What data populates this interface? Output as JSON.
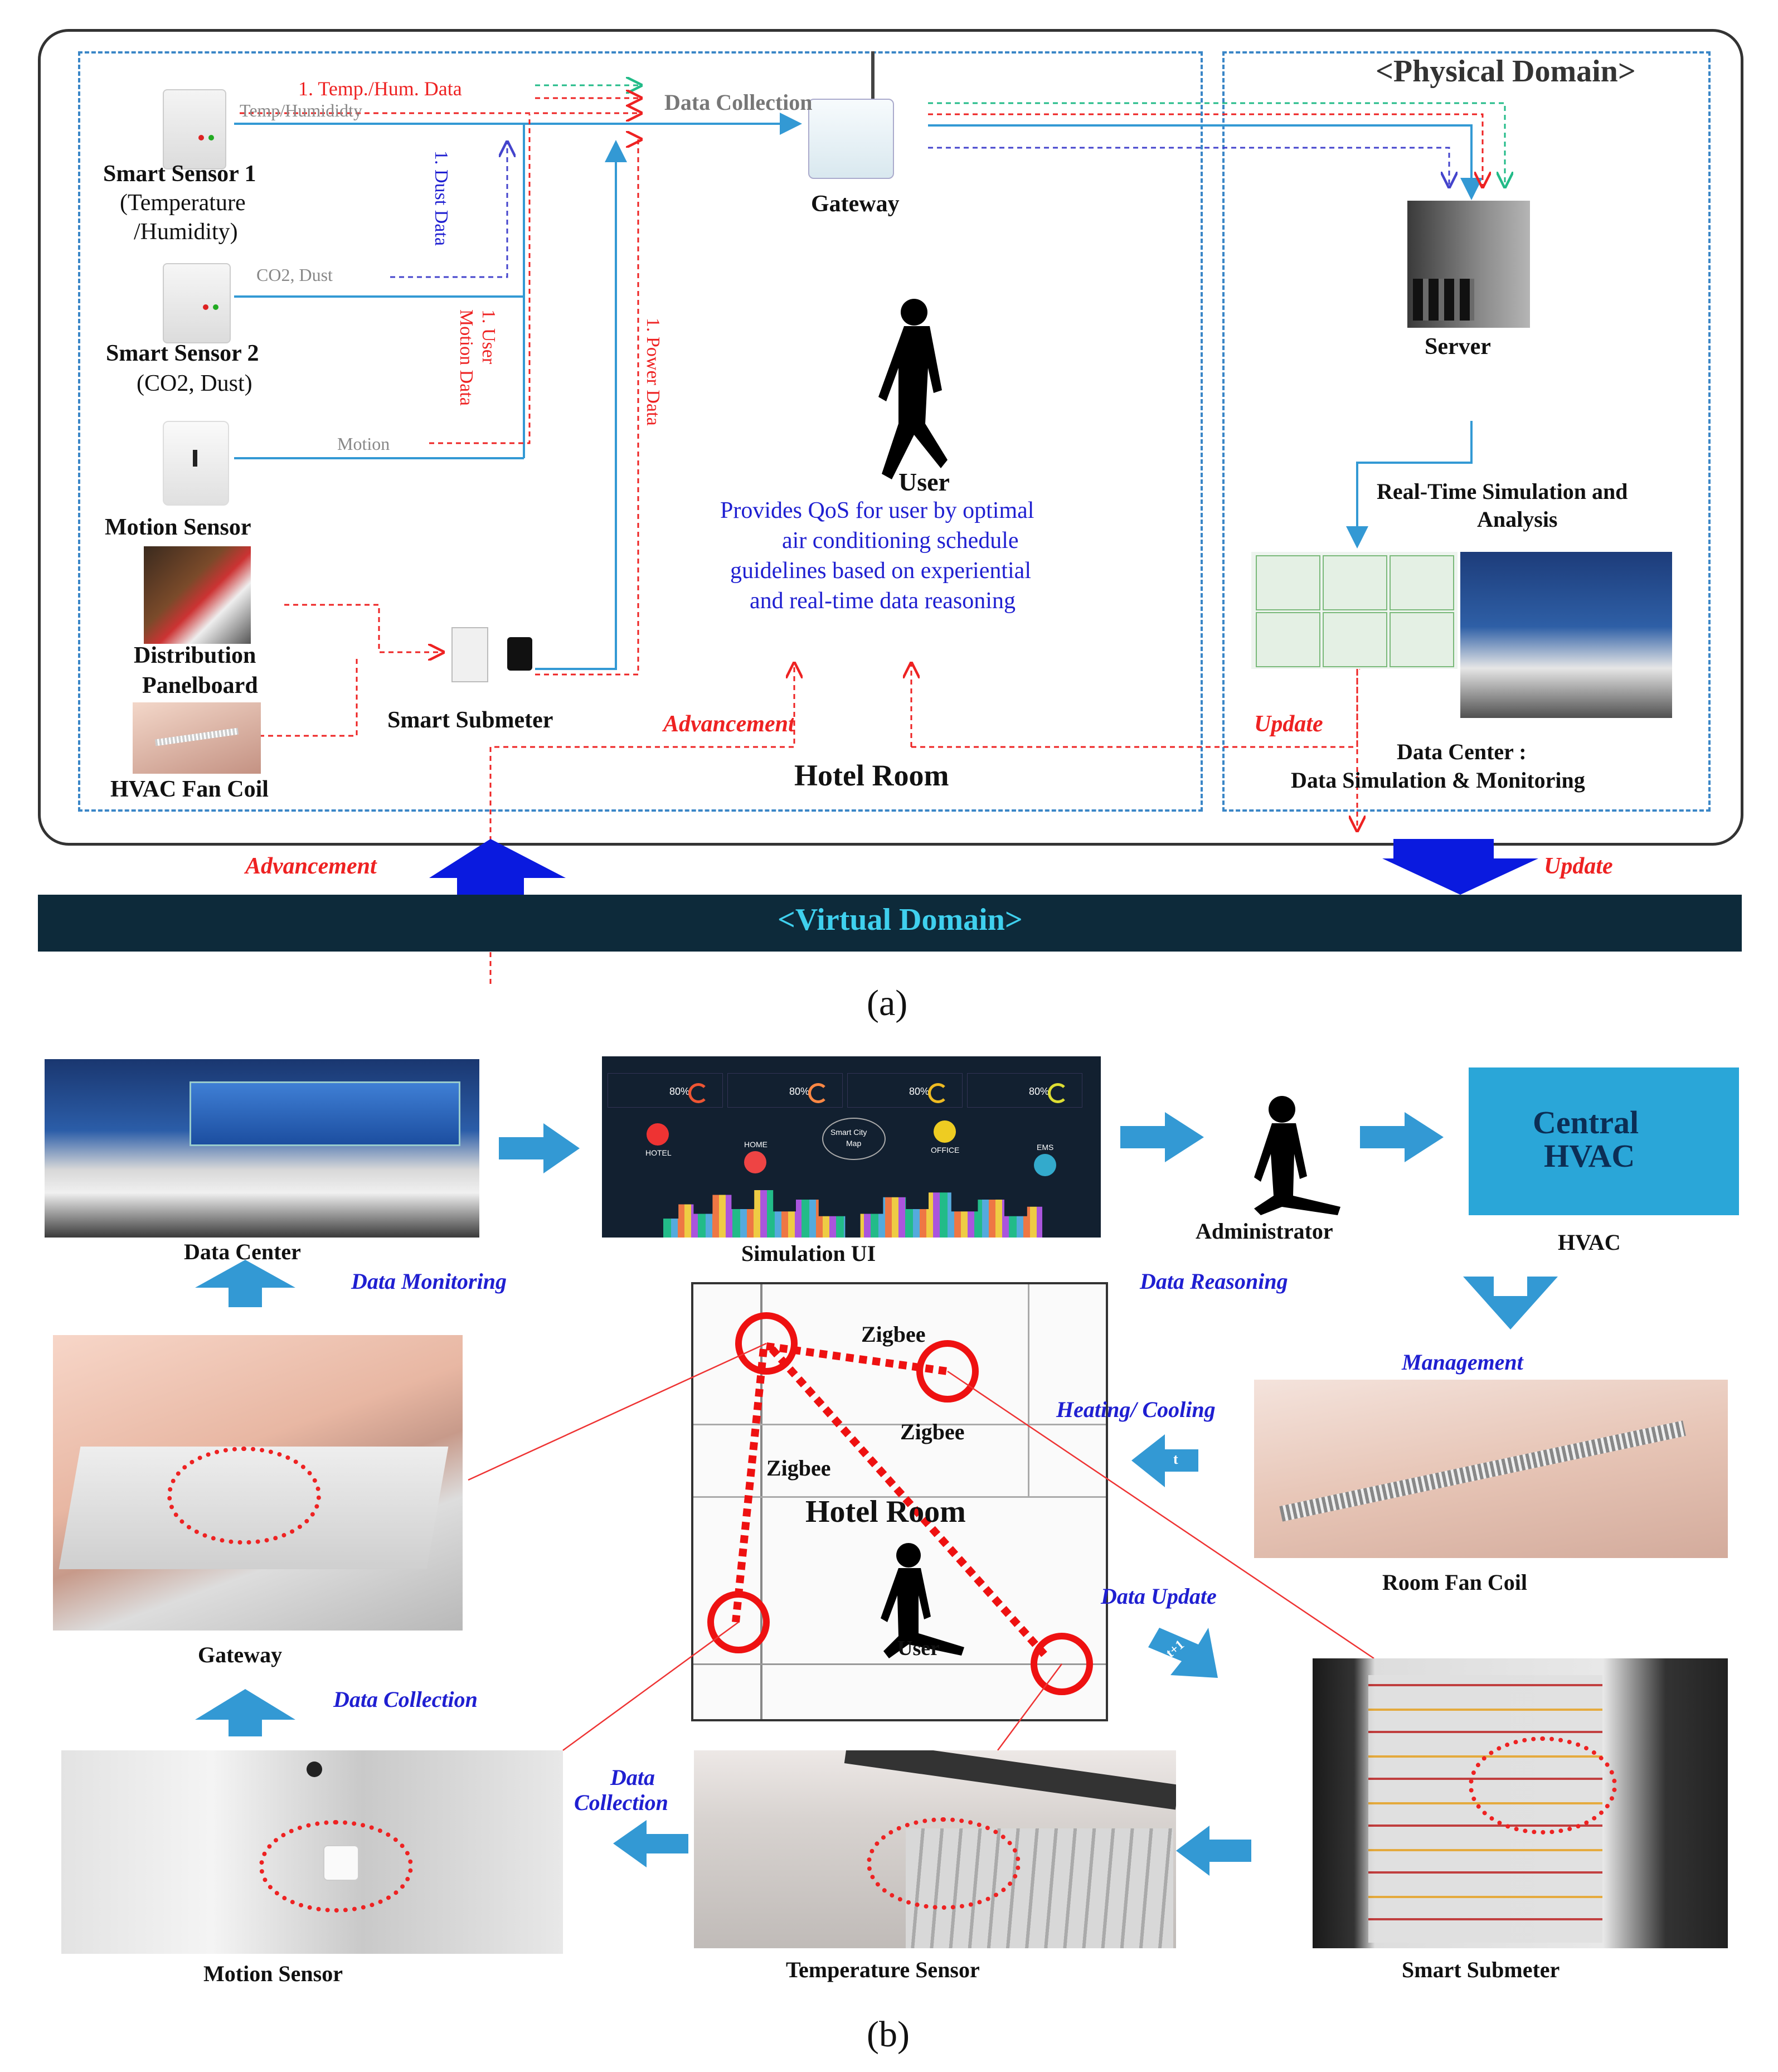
{
  "panel_a": {
    "physical_domain": "<Physical Domain>",
    "virtual_domain": "<Virtual Domain>",
    "smart_sensor_1": [
      "Smart Sensor 1",
      "(Temperature",
      "/Humidity)"
    ],
    "smart_sensor_2": [
      "Smart Sensor 2",
      "(CO2, Dust)"
    ],
    "motion_sensor": "Motion Sensor",
    "distribution_panel": [
      "Distribution",
      "Panelboard"
    ],
    "hvac_fan_coil": "HVAC Fan Coil",
    "smart_submeter": "Smart Submeter",
    "gateway": "Gateway",
    "server": "Server",
    "user": "User",
    "user_desc": [
      "Provides QoS for user by optimal",
      "air conditioning schedule",
      "guidelines based on experiential",
      "and real-time  data reasoning"
    ],
    "hotel_room": "Hotel Room",
    "data_collection": "Data Collection",
    "temp_hum_data": "1. Temp./Hum. Data",
    "temp_humidity": "Temp/Humididty",
    "co2_dust": "CO2, Dust",
    "motion": "Motion",
    "dust_data": "1. Dust Data",
    "user_motion_data": [
      "1. User",
      "Motion Data"
    ],
    "power_data": "1. Power Data",
    "real_time_sim": [
      "Real-Time Simulation and",
      "Analysis"
    ],
    "data_center": [
      "Data Center :",
      "Data Simulation & Monitoring"
    ],
    "advancement": "Advancement",
    "update": "Update",
    "caption": "(a)"
  },
  "panel_b": {
    "data_center": "Data Center",
    "simulation_ui": "Simulation UI",
    "administrator": "Administrator",
    "central_hvac": [
      "Central",
      "HVAC"
    ],
    "hvac": "HVAC",
    "data_monitoring": "Data Monitoring",
    "data_reasoning": "Data Reasoning",
    "management": "Management",
    "zigbee": "Zigbee",
    "hotel_room": "Hotel Room",
    "user": "User",
    "heating_cooling": "Heating/ Cooling",
    "t": "t",
    "t_plus_1": "t+1",
    "room_fan_coil": "Room Fan Coil",
    "data_update": "Data Update",
    "gateway": "Gateway",
    "data_collection": "Data Collection",
    "data_collection_2": [
      "Data",
      "Collection"
    ],
    "motion_sensor": "Motion Sensor",
    "temperature_sensor": "Temperature  Sensor",
    "smart_submeter": "Smart Submeter",
    "ui": {
      "percents": [
        "80%",
        "80%",
        "80%",
        "80%"
      ],
      "icons": [
        "HOTEL",
        "HOME",
        "OFFICE",
        "EMS"
      ],
      "map": [
        "Smart City",
        "Map"
      ]
    },
    "caption": "(b)"
  },
  "colors": {
    "blue_arrow": "#3399d4",
    "red_dash": "#ee2222",
    "blue_text": "#1f1fd1",
    "virtual_bar": "#0d2a3a",
    "hvac_box": "#2aa6d8"
  }
}
